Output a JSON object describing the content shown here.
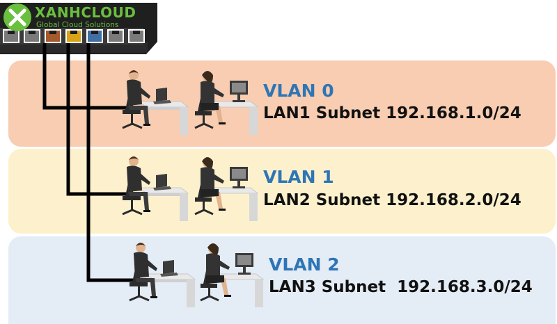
{
  "logo": {
    "name": "XANHCLOUD",
    "tagline": "Global Cloud Solutions",
    "color": "#6abf3e"
  },
  "vlans": [
    {
      "title": "VLAN 0",
      "subnet": "LAN1 Subnet 192.168.1.0/24",
      "band_color": "#f8cdb1",
      "port_color": "#a45a2a"
    },
    {
      "title": "VLAN 1",
      "subnet": "LAN2 Subnet 192.168.2.0/24",
      "band_color": "#fdf1cd",
      "port_color": "#d9a318"
    },
    {
      "title": "VLAN 2",
      "subnet": "LAN3 Subnet  192.168.3.0/24",
      "band_color": "#e4ecf6",
      "port_color": "#3f6fa3"
    }
  ],
  "colors": {
    "title": "#2e75b6",
    "text": "#111111",
    "cable": "#000000",
    "switch_body": "#1f1f1f"
  },
  "icons": [
    "network-switch-icon",
    "office-worker-laptop-icon",
    "office-worker-desktop-headset-icon"
  ]
}
